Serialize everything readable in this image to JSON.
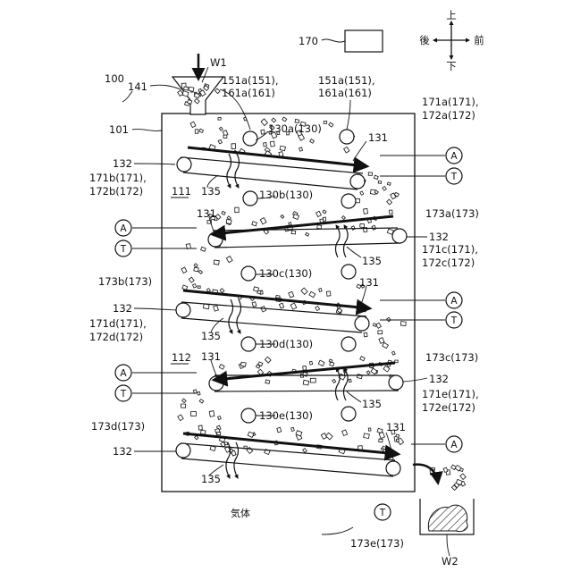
{
  "labels": {
    "L100": "100",
    "L101": "101",
    "L141": "141",
    "LW1": "W1",
    "LW2": "W2",
    "L170": "170",
    "L151": "151a(151),",
    "L161": "161a(161)",
    "L151r": "151a(151),",
    "L161r": "161a(161)",
    "L171a": "171a(171),",
    "L172a": "172a(172)",
    "L171b": "171b(171),",
    "L172b": "172b(172)",
    "L171c": "171c(171),",
    "L172c": "172c(172)",
    "L171d": "171d(171),",
    "L172d": "172d(172)",
    "L171e": "171e(171),",
    "L172e": "172e(172)",
    "L173a": "173a(173)",
    "L173b": "173b(173)",
    "L173c": "173c(173)",
    "L173d": "173d(173)",
    "L173e": "173e(173)",
    "L130a": "130a(130)",
    "L130b": "130b(130)",
    "L130c": "130c(130)",
    "L130d": "130d(130)",
    "L130e": "130e(130)",
    "L111": "111",
    "L112": "112",
    "L131": "131",
    "L132": "132",
    "L135": "135",
    "Lgas": "気体",
    "Lup": "上",
    "Ldown": "下",
    "Lback": "後",
    "Lfront": "前",
    "LA": "A",
    "LT": "T"
  },
  "colors": {
    "line": "#111111",
    "background": "#ffffff"
  }
}
